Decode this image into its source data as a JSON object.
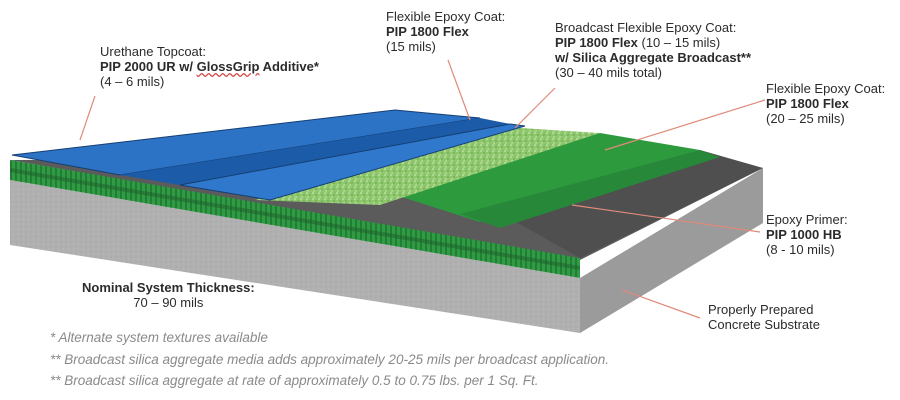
{
  "layers": {
    "topcoat": {
      "title": "Urethane Topcoat:",
      "product_prefix": "PIP 2000 UR w/ ",
      "product_highlight": "GlossGrip",
      "product_suffix": " Additive*",
      "thickness": "(4 – 6 mils)",
      "color": "#1f6fc4"
    },
    "flex_coat": {
      "title": "Flexible Epoxy Coat:",
      "product": "PIP 1800 Flex",
      "thickness": "(15 mils)",
      "color": "#1f6fc4"
    },
    "broadcast": {
      "title": "Broadcast Flexible Epoxy Coat:",
      "product": "PIP 1800 Flex",
      "product_extra": " (10 – 15 mils)",
      "product2": "w/ Silica Aggregate Broadcast**",
      "thickness": "(30 – 40 mils total)",
      "color": "#8fc46a"
    },
    "flex_coat2": {
      "title": "Flexible Epoxy Coat:",
      "product": "PIP 1800 Flex",
      "thickness": "(20 – 25 mils)",
      "color": "#2e9a3e"
    },
    "primer": {
      "title": "Epoxy Primer:",
      "product": "PIP 1000 HB",
      "thickness": "(8 - 10 mils)",
      "color": "#2e9a3e"
    },
    "substrate": {
      "line1": "Properly Prepared",
      "line2": "Concrete Substrate",
      "color": "#a9a9a9"
    }
  },
  "nominal": {
    "title": "Nominal System Thickness:",
    "value": "70 – 90 mils"
  },
  "notes": {
    "n1": "* Alternate system textures available",
    "n2": "** Broadcast silica aggregate media adds approximately 20-25 mils per broadcast application.",
    "n3": "** Broadcast silica aggregate at rate of approximately 0.5 to 0.75 lbs. per 1 Sq. Ft."
  },
  "colors": {
    "leader_line": "#e08a7a",
    "note_text": "#8a8a8a",
    "concrete_side": "#9e9e9e",
    "concrete_front": "#b3b3b3",
    "primer_band": "#555555"
  }
}
